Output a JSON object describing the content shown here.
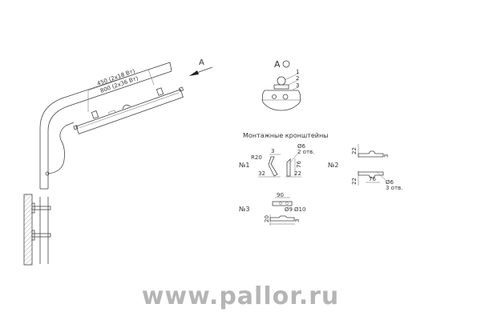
{
  "main_view": {
    "view_arrow_label": "A",
    "dim_450": "450 (2x18 Вт)",
    "dim_800": "800 (2x36 Вт)"
  },
  "section_view": {
    "title": "A",
    "callouts": [
      "1",
      "2",
      "3"
    ]
  },
  "brackets": {
    "title": "Монтажные кронштейны",
    "b1": {
      "label": "№1",
      "r": "R20",
      "t": "3",
      "w": "32",
      "hole": "Ø6",
      "holes": "2 отв.",
      "h": "76",
      "b": "22"
    },
    "b2": {
      "label": "№2",
      "h1": "22",
      "t": "3",
      "h2": "22",
      "w": "76",
      "hole": "Ø6",
      "holes": "3 отв."
    },
    "b3": {
      "label": "№3",
      "w": "90",
      "hole1": "Ø9",
      "hole2": "Ø10",
      "h": "20",
      "t": "3"
    }
  },
  "watermark": "www.pallor.ru"
}
